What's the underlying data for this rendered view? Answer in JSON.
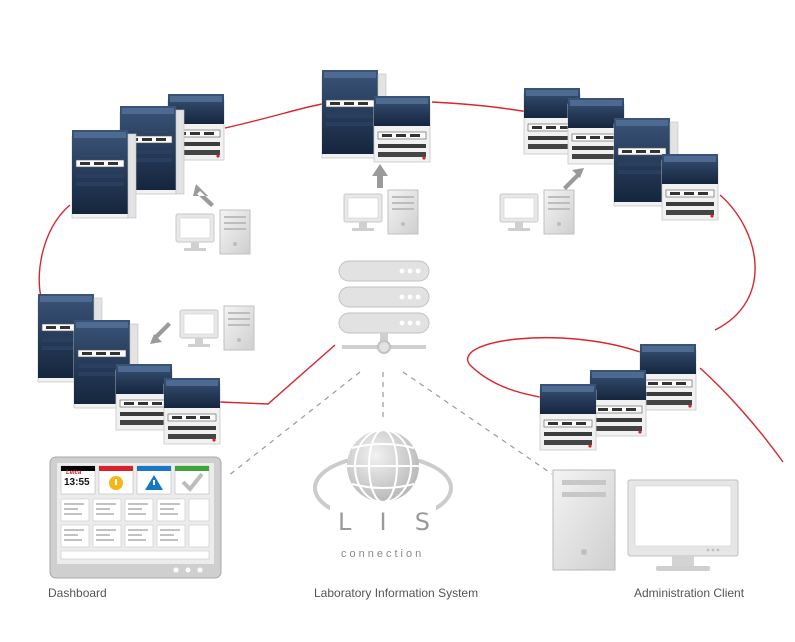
{
  "colors": {
    "link_line": "#d8262e",
    "dash_line": "#9a9a9a",
    "instrument_dark": "#1d3250",
    "instrument_body": "#f1f1f1",
    "device_gray": "#d4d4d4",
    "dashboard_red": "#d82129",
    "dashboard_yellow": "#f7b51a",
    "dashboard_blue": "#1878c4",
    "dashboard_green": "#3ea33b"
  },
  "dashboard": {
    "time": "13:55",
    "logo_text": "Leica",
    "label": "Dashboard",
    "tile_icons": [
      "time-tile",
      "info-icon",
      "warning-icon",
      "check-icon"
    ]
  },
  "lis": {
    "letters": [
      "L",
      "I",
      "S"
    ],
    "sub": "connection",
    "label": "Laboratory Information System"
  },
  "admin": {
    "label": "Administration Client"
  },
  "icons": {
    "server": "server-stack-icon",
    "workstation": "workstation-icon",
    "arrow": "arrow-icon",
    "globe": "globe-icon"
  }
}
